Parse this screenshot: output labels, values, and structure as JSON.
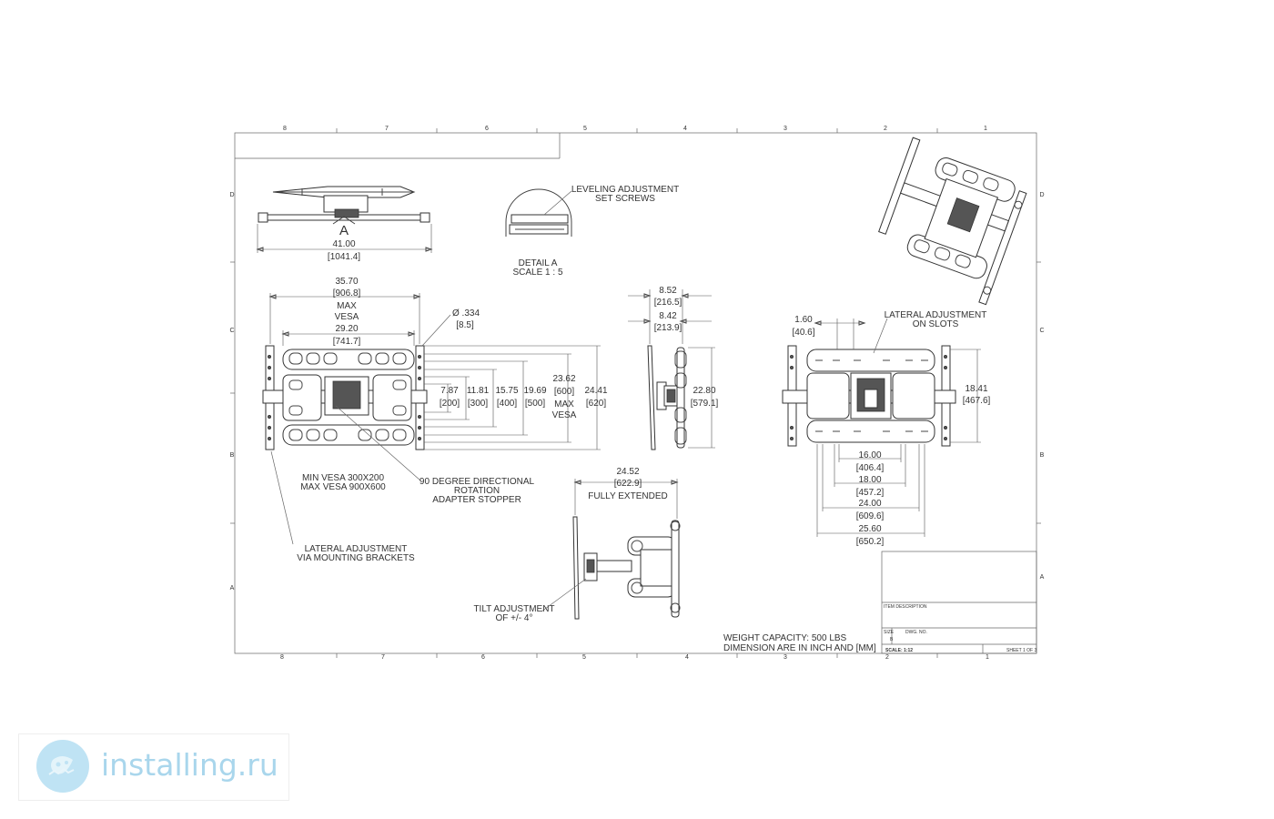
{
  "zones": {
    "columns": [
      "8",
      "7",
      "6",
      "5",
      "4",
      "3",
      "2",
      "1"
    ],
    "rows": [
      "D",
      "C",
      "B",
      "A"
    ]
  },
  "top_view": {
    "detail_marker": "A",
    "width_in": "41.00",
    "width_mm": "[1041.4]"
  },
  "detail_a": {
    "callout_line1": "LEVELING ADJUSTMENT",
    "callout_line2": "SET SCREWS",
    "title_line1": "DETAIL A",
    "title_line2": "SCALE 1 : 5"
  },
  "front_view": {
    "max_vesa_width_in": "35.70",
    "max_vesa_width_mm": "[906.8]",
    "max_label": "MAX",
    "vesa_label": "VESA",
    "min_width_in": "29.20",
    "min_width_mm": "[741.7]",
    "hole_in": "Ø .334",
    "hole_mm": "[8.5]",
    "heights": [
      {
        "in": "7.87",
        "mm": "[200]"
      },
      {
        "in": "11.81",
        "mm": "[300]"
      },
      {
        "in": "15.75",
        "mm": "[400]"
      },
      {
        "in": "19.69",
        "mm": "[500]"
      },
      {
        "in": "23.62",
        "mm": "[600]"
      },
      {
        "in": "24.41",
        "mm": "[620]"
      }
    ],
    "vesa_note_line1": "MIN VESA 300X200",
    "vesa_note_line2": "MAX VESA 900X600",
    "rotation_line1": "90 DEGREE DIRECTIONAL",
    "rotation_line2": "ROTATION",
    "rotation_line3": "ADAPTER STOPPER",
    "lateral_line1": "LATERAL ADJUSTMENT",
    "lateral_line2": "VIA MOUNTING BRACKETS"
  },
  "side_view": {
    "depth_max_in": "8.52",
    "depth_max_mm": "[216.5]",
    "depth_min_in": "8.42",
    "depth_min_mm": "[213.9]",
    "height_in": "22.80",
    "height_mm": "[579.1]"
  },
  "extended_view": {
    "extension_in": "24.52",
    "extension_mm": "[622.9]",
    "extension_label": "FULLY EXTENDED",
    "tilt_line1": "TILT ADJUSTMENT",
    "tilt_line2": "OF +/- 4°"
  },
  "rear_view": {
    "slot_in": "1.60",
    "slot_mm": "[40.6]",
    "lateral_line1": "LATERAL ADJUSTMENT",
    "lateral_line2": "ON SLOTS",
    "height_in": "18.41",
    "height_mm": "[467.6]",
    "widths": [
      {
        "in": "16.00",
        "mm": "[406.4]"
      },
      {
        "in": "18.00",
        "mm": "[457.2]"
      },
      {
        "in": "24.00",
        "mm": "[609.6]"
      },
      {
        "in": "25.60",
        "mm": "[650.2]"
      }
    ]
  },
  "notes": {
    "weight": "WEIGHT CAPACITY: 500 LBS",
    "units": "DIMENSION ARE IN INCH AND [MM]"
  },
  "title_block": {
    "item_description": "ITEM DESCRIPTION",
    "size_label": "SIZE",
    "size_value": "B",
    "dwg_label": "DWG. NO.",
    "scale": "SCALE: 1:12",
    "sheet": "SHEET 1 OF 3"
  },
  "watermark": {
    "text": "installing.ru"
  }
}
